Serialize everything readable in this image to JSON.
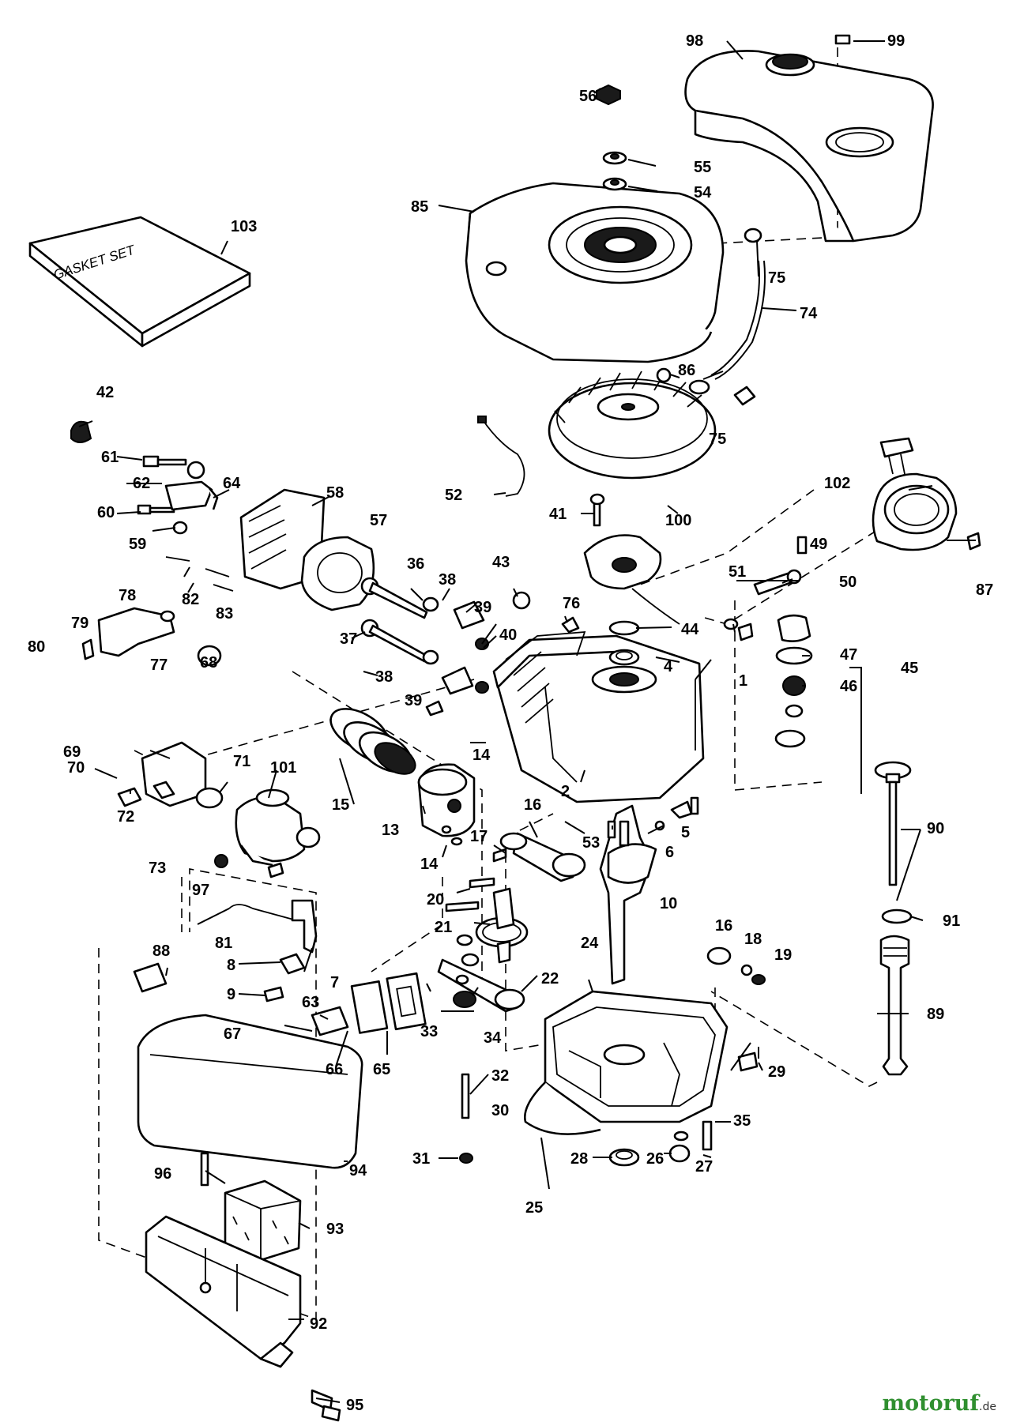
{
  "gasket_set_text": "GASKET SET",
  "watermark": {
    "name": "motoruf",
    "tld": ".de"
  },
  "part_numbers": [
    "1",
    "2",
    "4",
    "5",
    "6",
    "7",
    "8",
    "9",
    "10",
    "13",
    "14",
    "14",
    "15",
    "16",
    "16",
    "17",
    "18",
    "19",
    "20",
    "21",
    "22",
    "24",
    "25",
    "26",
    "27",
    "28",
    "29",
    "30",
    "31",
    "32",
    "33",
    "34",
    "35",
    "36",
    "37",
    "38",
    "38",
    "39",
    "39",
    "40",
    "41",
    "42",
    "43",
    "44",
    "45",
    "46",
    "47",
    "49",
    "50",
    "51",
    "52",
    "53",
    "54",
    "55",
    "56",
    "57",
    "58",
    "59",
    "60",
    "61",
    "62",
    "63",
    "64",
    "65",
    "66",
    "67",
    "68",
    "69",
    "70",
    "71",
    "72",
    "73",
    "74",
    "75",
    "75",
    "76",
    "77",
    "78",
    "79",
    "80",
    "81",
    "82",
    "83",
    "85",
    "86",
    "87",
    "88",
    "89",
    "90",
    "91",
    "92",
    "93",
    "94",
    "95",
    "96",
    "97",
    "98",
    "99",
    "100",
    "101",
    "102",
    "103"
  ]
}
